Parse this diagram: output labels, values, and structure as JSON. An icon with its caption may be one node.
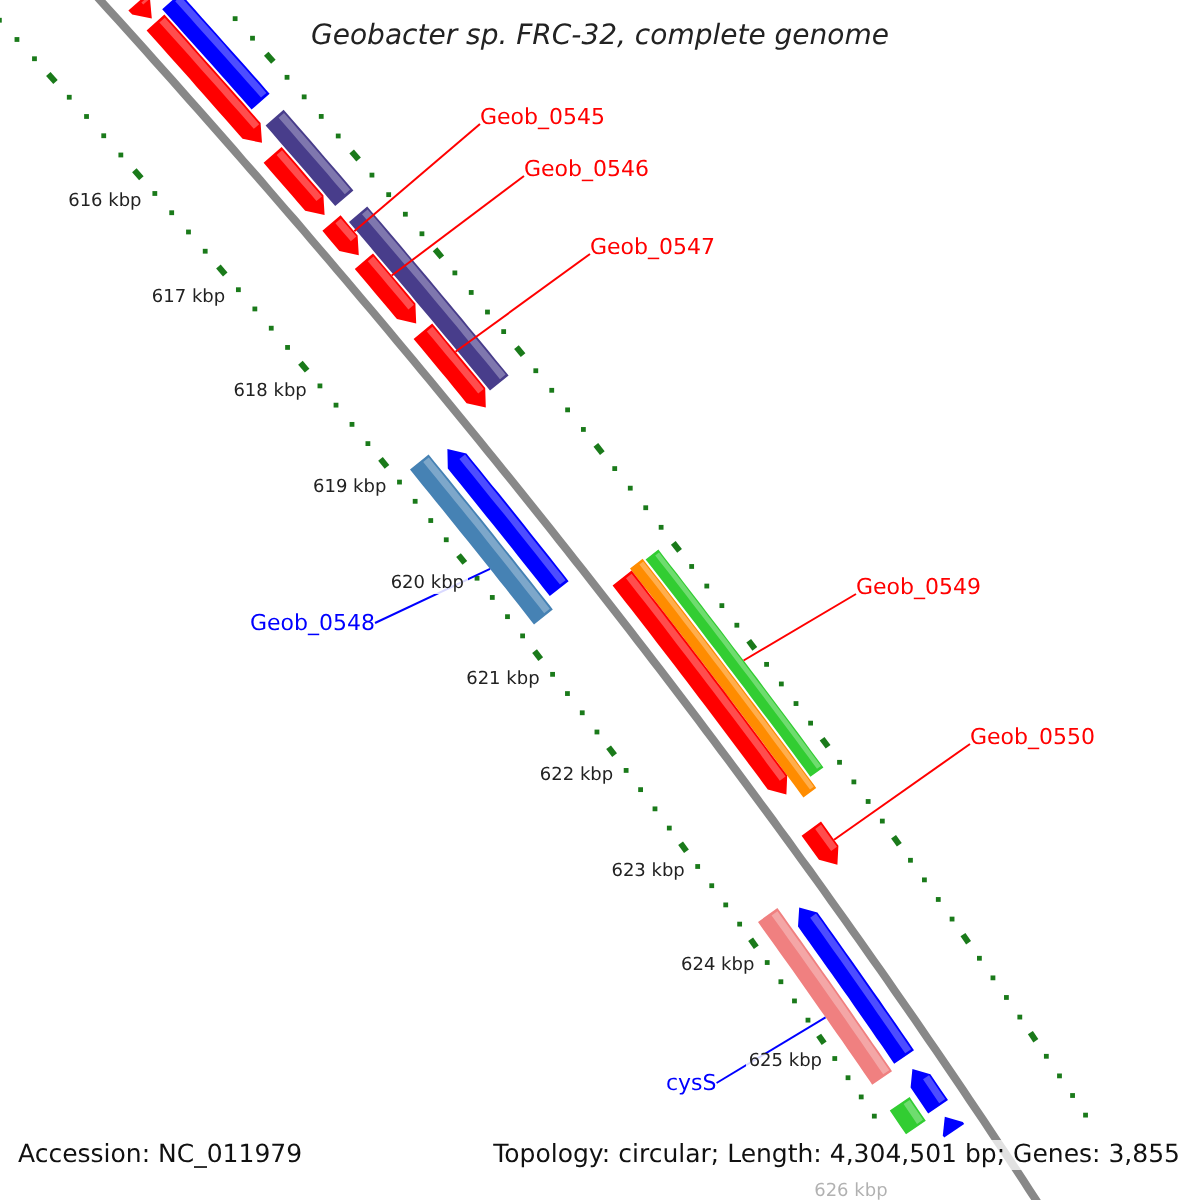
{
  "diagram": {
    "title": "Geobacter sp. FRC-32, complete genome",
    "nodes": [
      {
        "text": [
          "Geob_0545"
        ]
      },
      {
        "text": [],
        "shape": "bar"
      },
      {
        "text": [
          "Geob_0546"
        ]
      },
      {
        "text": [],
        "shape": "bar"
      },
      {
        "text": [
          "Geob_0547"
        ]
      },
      {
        "text": [],
        "shape": "bar"
      },
      {
        "text": [
          "Geob_0549"
        ]
      },
      {
        "text": [],
        "shape": "bar"
      },
      {
        "text": [
          "Geob_0548"
        ]
      },
      {
        "text": [],
        "shape": "bar"
      },
      {
        "text": [
          "Geob_0550"
        ]
      },
      {
        "text": [],
        "shape": "bar"
      },
      {
        "text": [
          "cysS"
        ]
      },
      {
        "text": [],
        "shape": "bar"
      },
      {
        "text": [],
        "shape": "bar"
      },
      {
        "text": [],
        "shape": "bar"
      },
      {
        "text": [],
        "shape": "bar"
      },
      {
        "text": [],
        "shape": "bar"
      },
      {
        "text": [],
        "shape": "bar"
      },
      {
        "text": [],
        "shape": "bar"
      },
      {
        "text": [],
        "shape": "bar"
      },
      {
        "text": [],
        "shape": "bar"
      },
      {
        "text": [],
        "shape": "bar"
      },
      {
        "text": [],
        "shape": "bar"
      },
      {
        "text": [],
        "shape": "bar"
      },
      {
        "text": [],
        "shape": "bar"
      },
      {
        "text": [],
        "shape": "bar"
      }
    ],
    "edges": [
      {
        "from": 0,
        "to": 1,
        "arrow": "none"
      },
      {
        "from": 2,
        "to": 3,
        "arrow": "none"
      },
      {
        "from": 4,
        "to": 5,
        "arrow": "none"
      },
      {
        "from": 6,
        "to": 7,
        "arrow": "none"
      },
      {
        "from": 8,
        "to": 9,
        "arrow": "none",
        "color": "#0000ff"
      },
      {
        "from": 10,
        "to": 11,
        "arrow": "none"
      },
      {
        "from": 12,
        "to": 13,
        "arrow": "none",
        "color": "#0000ff"
      }
    ],
    "labels": [
      "616 kbp",
      "617 kbp",
      "618 kbp",
      "619 kbp",
      "620 kbp",
      "621 kbp",
      "622 kbp",
      "623 kbp",
      "624 kbp",
      "625 kbp",
      "626 kbp",
      "Accession: NC_011979",
      "Topology: circular; Length: 4,304,501 bp; Genes: 3,855"
    ]
  }
}
